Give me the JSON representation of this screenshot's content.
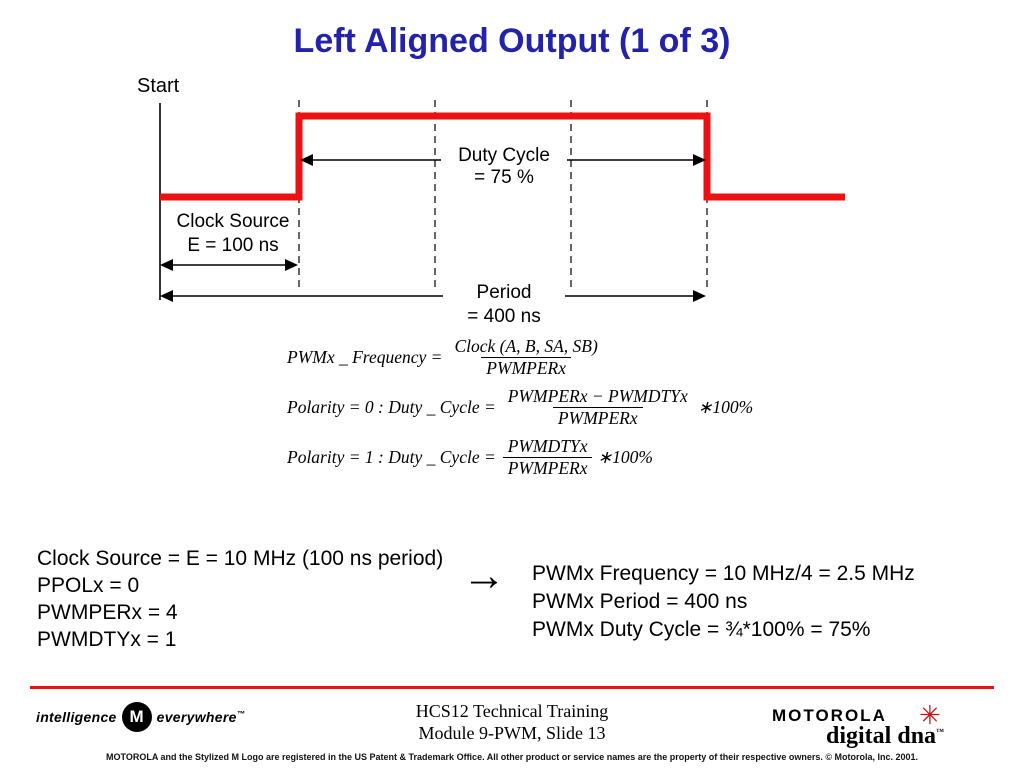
{
  "title": "Left Aligned Output (1 of 3)",
  "colors": {
    "title_blue": "#2222aa",
    "waveform_red": "#ee1111",
    "footer_line_red": "#ee1111",
    "dna_symbol_red": "#cc1111"
  },
  "diagram": {
    "start_label": "Start",
    "duty_cycle_line1": "Duty Cycle",
    "duty_cycle_line2": "= 75 %",
    "clock_source_line1": "Clock Source",
    "clock_source_line2": "E = 100 ns",
    "period_line1": "Period",
    "period_line2": "= 400 ns"
  },
  "formulas": [
    {
      "lhs": "PWMx _ Frequency =",
      "numerator": "Clock (A, B, SA, SB)",
      "denominator": "PWMPERx",
      "tail": ""
    },
    {
      "lhs": "Polarity = 0 : Duty _ Cycle =",
      "numerator": "PWMPERx − PWMDTYx",
      "denominator": "PWMPERx",
      "tail": "∗100%"
    },
    {
      "lhs": "Polarity = 1 : Duty _ Cycle =",
      "numerator": "PWMDTYx",
      "denominator": "PWMPERx",
      "tail": "∗100%"
    }
  ],
  "example": {
    "left_lines": [
      "Clock Source = E = 10 MHz (100 ns period)",
      "PPOLx = 0",
      "PWMPERx = 4",
      "PWMDTYx = 1"
    ],
    "arrow": "→",
    "right_lines": [
      "PWMx Frequency = 10 MHz/4 = 2.5 MHz",
      "PWMx Period = 400 ns",
      "PWMx Duty Cycle = ¾*100% = 75%"
    ]
  },
  "footer": {
    "brand_left_1": "intelligence",
    "brand_left_m": "M",
    "brand_left_2": "everywhere",
    "brand_left_tm": "™",
    "center_line1": "HCS12 Technical Training",
    "center_line2": "Module 9-PWM, Slide 13",
    "brand_right_name": "MOTOROLA",
    "brand_right_sub": "digital dna",
    "brand_right_sub_tm": "™",
    "dna_symbol": "✳",
    "disclaimer": "MOTOROLA and the Stylized M Logo are registered in the US Patent & Trademark Office. All other  product or service names are  the property of their respective owners.  © Motorola, Inc. 2001."
  }
}
